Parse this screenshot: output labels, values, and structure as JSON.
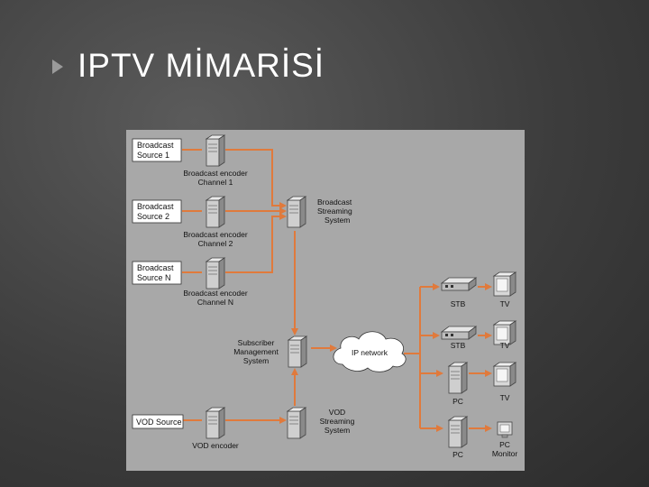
{
  "slide": {
    "title": "IPTV MİMARİSİ"
  },
  "diagram": {
    "sources": [
      {
        "line1": "Broadcast",
        "line2": "Source 1"
      },
      {
        "line1": "Broadcast",
        "line2": "Source 2"
      },
      {
        "line1": "Broadcast",
        "line2": "Source N"
      }
    ],
    "vod_source": "VOD Source",
    "encoders": [
      {
        "line1": "Broadcast encoder",
        "line2": "Channel 1"
      },
      {
        "line1": "Broadcast encoder",
        "line2": "Channel 2"
      },
      {
        "line1": "Broadcast encoder",
        "line2": "Channel N"
      }
    ],
    "vod_encoder": "VOD encoder",
    "bss": {
      "line1": "Broadcast",
      "line2": "Streaming",
      "line3": "System"
    },
    "sms": {
      "line1": "Subscriber",
      "line2": "Management",
      "line3": "System"
    },
    "vss": {
      "line1": "VOD",
      "line2": "Streaming",
      "line3": "System"
    },
    "network": "IP network",
    "clients": [
      {
        "device": "STB",
        "display": "TV"
      },
      {
        "device": "STB",
        "display": "TV"
      },
      {
        "device": "PC",
        "display": "TV"
      },
      {
        "device": "PC",
        "display": "PC",
        "display2": "Monitor"
      }
    ],
    "colors": {
      "link": "#e07a3c",
      "box": "#ffffff",
      "background": "#a8a8a8"
    }
  }
}
